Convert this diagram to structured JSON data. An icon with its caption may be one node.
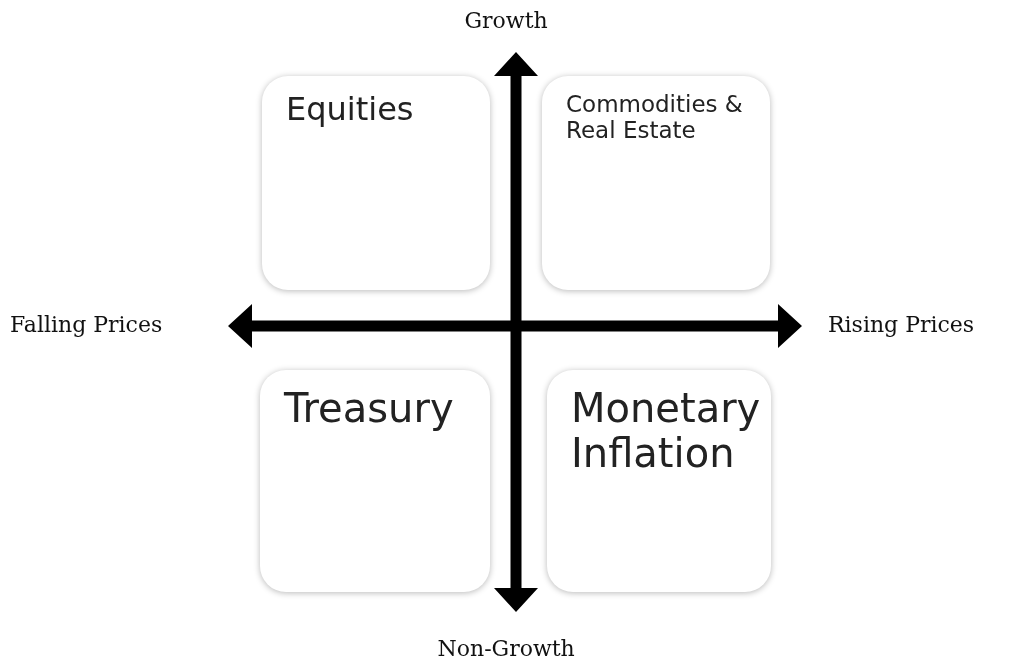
{
  "diagram": {
    "nodes": [
      {
        "text": [
          "Equities"
        ]
      },
      {
        "text": [
          "Commodities & Real Estate"
        ]
      },
      {
        "text": [
          "Treasury"
        ]
      },
      {
        "text": [
          "Monetary Inflation"
        ]
      }
    ],
    "labels": [
      "Growth",
      "Falling Prices",
      "Rising Prices",
      "Non-Growth"
    ]
  }
}
